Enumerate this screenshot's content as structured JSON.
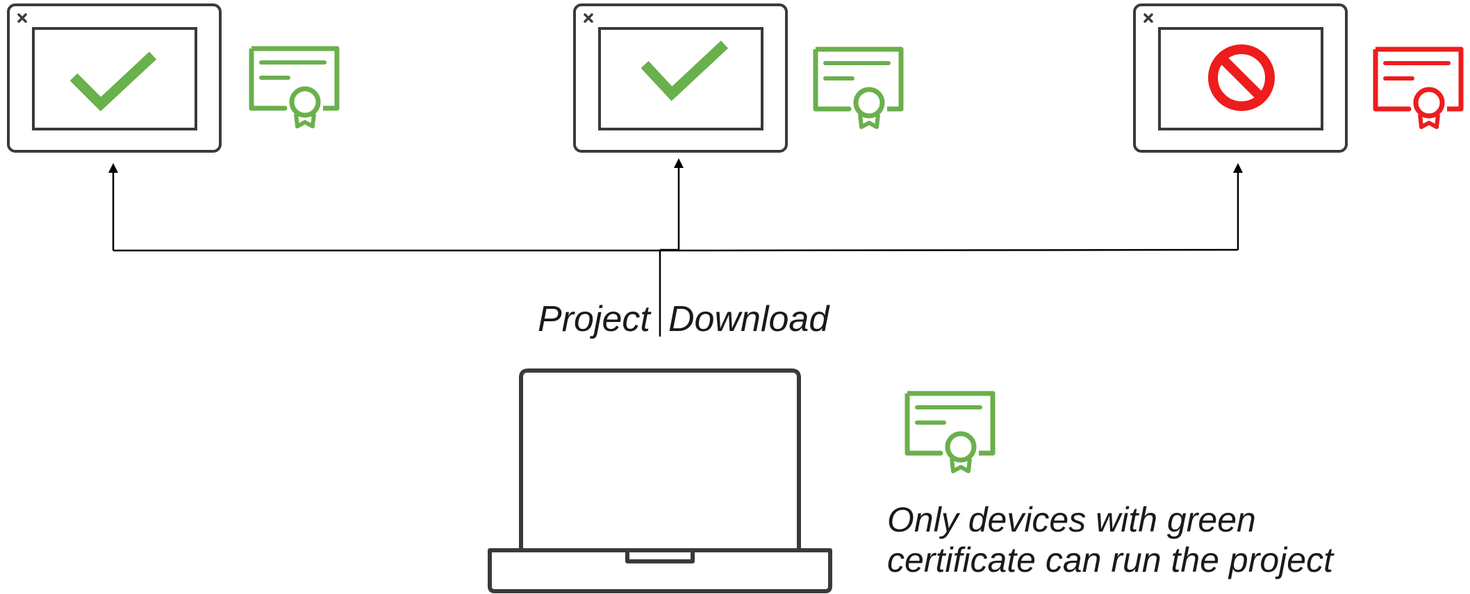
{
  "flow": {
    "left_label": "Project",
    "right_label": "Download"
  },
  "devices": [
    {
      "status": "allowed",
      "status_icon": "checkmark-icon",
      "certificate_color": "#6ab04c"
    },
    {
      "status": "allowed",
      "status_icon": "checkmark-icon",
      "certificate_color": "#6ab04c"
    },
    {
      "status": "blocked",
      "status_icon": "no-entry-icon",
      "certificate_color": "#ee1c1c"
    }
  ],
  "source": {
    "device_icon": "laptop-icon",
    "certificate_color": "#6ab04c"
  },
  "caption": {
    "line1": "Only devices with green",
    "line2": "certificate can run the project"
  },
  "colors": {
    "valid": "#6ab04c",
    "invalid": "#ee1c1c",
    "outline": "#3a3a3a",
    "arrow": "#000000"
  }
}
